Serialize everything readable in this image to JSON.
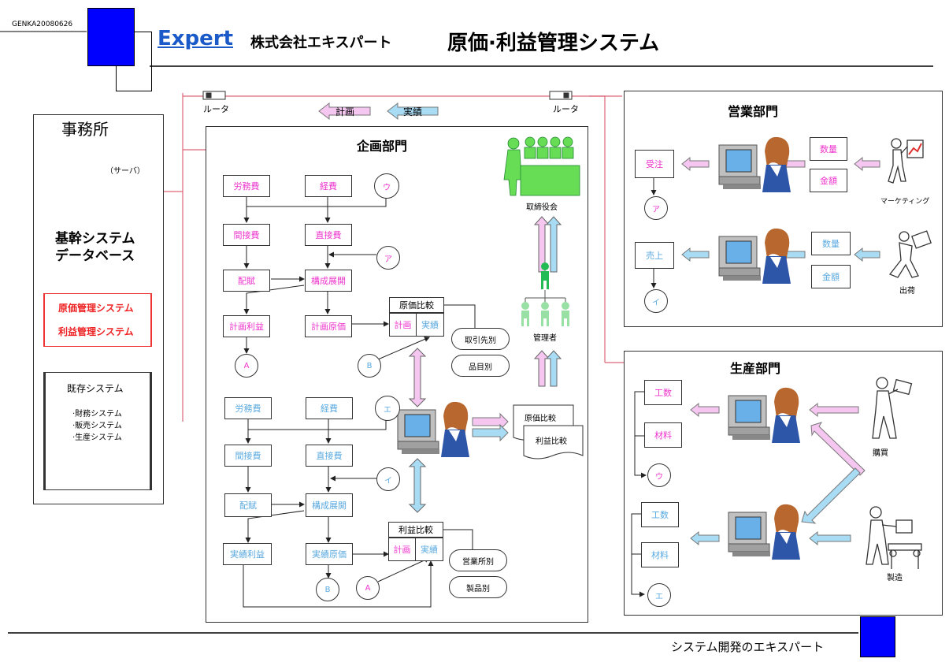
{
  "header": {
    "doc_code": "GENKA20080626",
    "logo_text": "Expert",
    "company": "株式会社エキスパート",
    "title": "原価·利益管理システム"
  },
  "footer": {
    "slogan": "システム開発のエキスパート"
  },
  "network": {
    "router_left": "ルータ",
    "router_right": "ルータ",
    "flow_plan": "計画",
    "flow_actual": "実績"
  },
  "office": {
    "title": "事務所",
    "server_label": "（サーバ）",
    "db_line1": "基幹システム",
    "db_line2": "データベース",
    "cost_system": "原価管理システム",
    "profit_system": "利益管理システム",
    "existing_title": "既存システム",
    "existing_items": [
      "·財務システム",
      "·販売システム",
      "·生産システム"
    ]
  },
  "planning": {
    "title": "企画部門",
    "plan": {
      "labor": "労務費",
      "expense": "経費",
      "circle_u": "ウ",
      "indirect": "間接費",
      "direct": "直接費",
      "circle_a": "ア",
      "allocation": "配賦",
      "composition": "構成展開",
      "plan_profit": "計画利益",
      "plan_cost": "計画原価",
      "circle_A": "A"
    },
    "actual": {
      "labor": "労務費",
      "expense": "経費",
      "circle_e": "エ",
      "indirect": "間接費",
      "direct": "直接費",
      "circle_i": "イ",
      "allocation": "配賦",
      "composition": "構成展開",
      "actual_profit": "実績利益",
      "actual_cost": "実績原価",
      "circle_B": "B"
    },
    "cost_compare": {
      "title": "原価比較",
      "plan": "計画",
      "actual": "実績",
      "circle_B": "B",
      "by_supplier": "取引先別",
      "by_item": "品目別"
    },
    "profit_compare": {
      "title": "利益比較",
      "plan": "計画",
      "actual": "実績",
      "circle_A": "A",
      "by_office": "営業所別",
      "by_product": "製品別"
    },
    "board": "取締役会",
    "manager": "管理者",
    "docs": [
      "原価比較",
      "利益比較"
    ]
  },
  "sales": {
    "title": "営業部門",
    "order": "受注",
    "qty1": "数量",
    "amount1": "金額",
    "marketing": "マーケティング",
    "circle_a": "ア",
    "sales": "売上",
    "qty2": "数量",
    "amount2": "金額",
    "shipping": "出荷",
    "circle_i": "イ"
  },
  "production": {
    "title": "生産部門",
    "manhour1": "工数",
    "material1": "材料",
    "circle_u": "ウ",
    "purchase": "購買",
    "manhour2": "工数",
    "material2": "材料",
    "circle_e": "エ",
    "manufacturing": "製造"
  },
  "colors": {
    "pink_text": "#ee33cc",
    "blue_text": "#5aaae0",
    "pink_arrow": "#f5c6f0",
    "blue_arrow": "#a8dcf5",
    "accent": "#0000ff",
    "network_line": "#dd6677"
  }
}
